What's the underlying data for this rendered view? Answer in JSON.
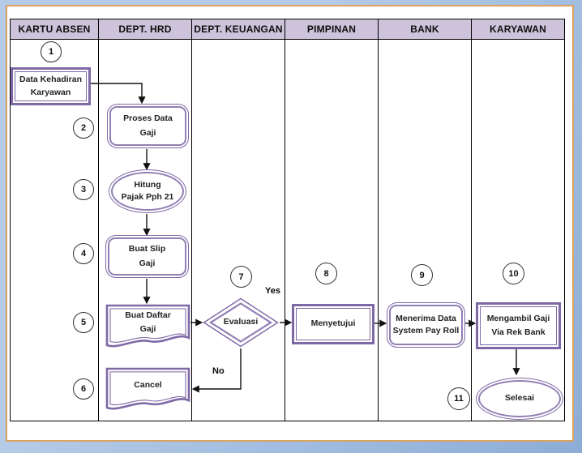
{
  "lanes": [
    "KARTU ABSEN",
    "DEPT. HRD",
    "DEPT. KEUANGAN",
    "PIMPINAN",
    "BANK",
    "KARYAWAN"
  ],
  "nodes": {
    "data_kehadiran": {
      "num": "1",
      "line1": "Data Kehadiran",
      "line2": "Karyawan"
    },
    "proses_data_gaji": {
      "num": "2",
      "line1": "Proses Data",
      "line2": "Gaji"
    },
    "hitung_pajak": {
      "num": "3",
      "line1": "Hitung",
      "line2": "Pajak Pph 21"
    },
    "buat_slip_gaji": {
      "num": "4",
      "line1": "Buat Slip",
      "line2": "Gaji"
    },
    "buat_daftar_gaji": {
      "num": "5",
      "line1": "Buat Daftar",
      "line2": "Gaji"
    },
    "cancel": {
      "num": "6",
      "line1": "Cancel"
    },
    "evaluasi": {
      "num": "7",
      "line1": "Evaluasi"
    },
    "menyetujui": {
      "num": "8",
      "line1": "Menyetujui"
    },
    "menerima_data": {
      "num": "9",
      "line1": "Menerima Data",
      "line2": "System Pay Roll"
    },
    "mengambil_gaji": {
      "num": "10",
      "line1": "Mengambil Gaji",
      "line2": "Via Rek Bank"
    },
    "selesai": {
      "num": "11",
      "line1": "Selesai"
    }
  },
  "branch_labels": {
    "yes": "Yes",
    "no": "No"
  },
  "colors": {
    "shape_purple": "#7e68a6",
    "shape_purple_thick": "#907fb4",
    "header_bg": "#cdc3da",
    "grid_line": "#000000",
    "frame_border": "#dca35f",
    "page_bg": "#ffffff",
    "desktop_bg_1": "#b5cbe7",
    "desktop_bg_2": "#8cadd6",
    "text_dark": "#222222"
  }
}
